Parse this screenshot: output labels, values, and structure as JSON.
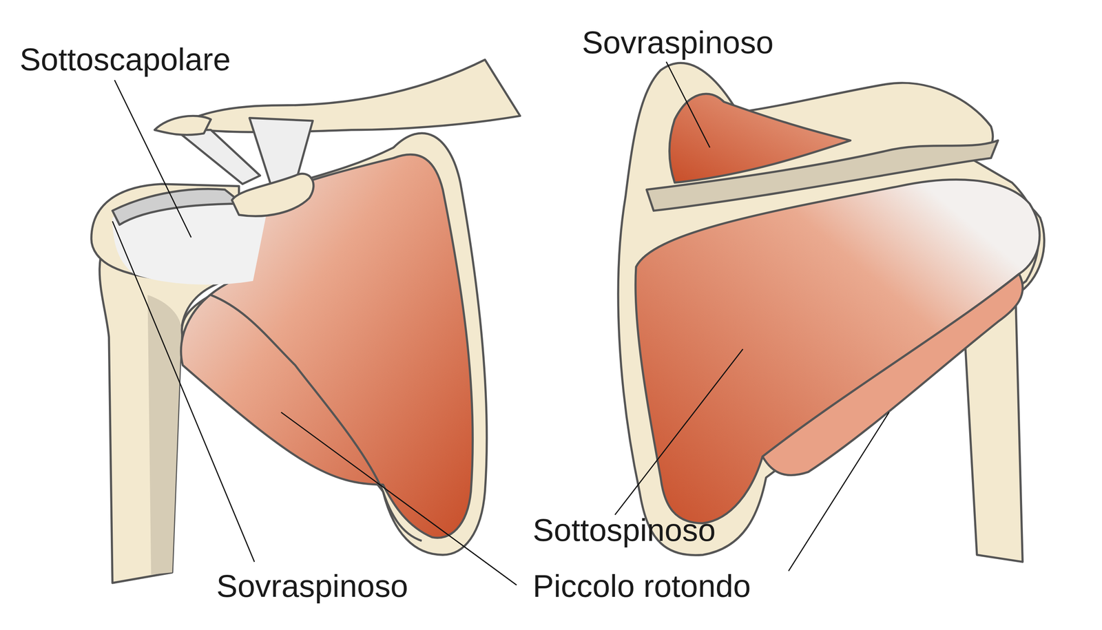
{
  "diagram": {
    "labels": [
      "Sottoscapolare",
      "Sovraspinoso",
      "Sottospinoso",
      "Sovraspinoso",
      "Piccolo rotondo"
    ]
  }
}
